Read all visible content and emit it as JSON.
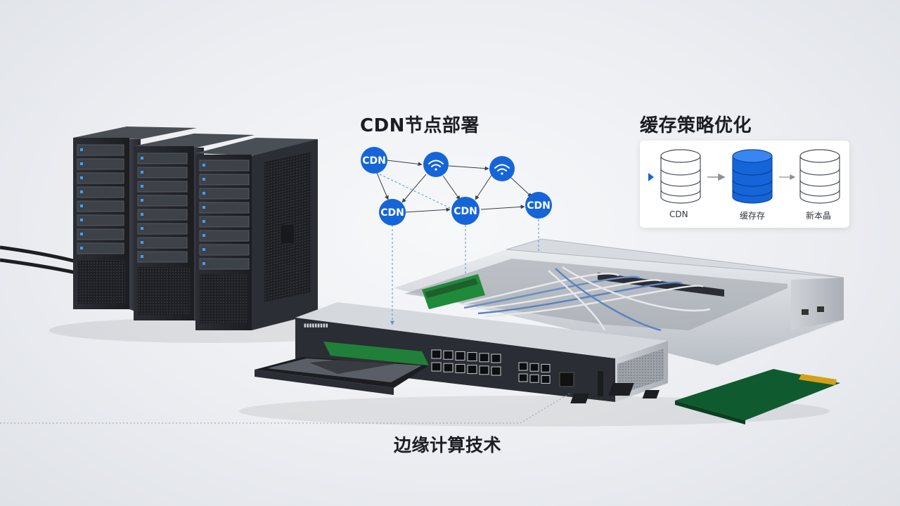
{
  "titles": {
    "cdn_deployment": "CDN节点部署",
    "cache_optimization": "缓存策略优化",
    "edge_computing": "边缘计算技术"
  },
  "cdn_nodes": [
    {
      "label": "CDN",
      "type": "cdn"
    },
    {
      "label": "",
      "type": "wifi"
    },
    {
      "label": "",
      "type": "wifi"
    },
    {
      "label": "CDN",
      "type": "cdn"
    },
    {
      "label": "CDN",
      "type": "cdn"
    },
    {
      "label": "CDN",
      "type": "cdn"
    }
  ],
  "cache_panel": {
    "items": [
      {
        "label": "CDN",
        "style": "outline"
      },
      {
        "label": "缓存存",
        "style": "filled"
      },
      {
        "label": "新本晶",
        "style": "outline"
      }
    ]
  },
  "colors": {
    "node_blue": "#1565d8",
    "server_dark": "#2a2d33",
    "accent_green": "#1f8a3a"
  }
}
